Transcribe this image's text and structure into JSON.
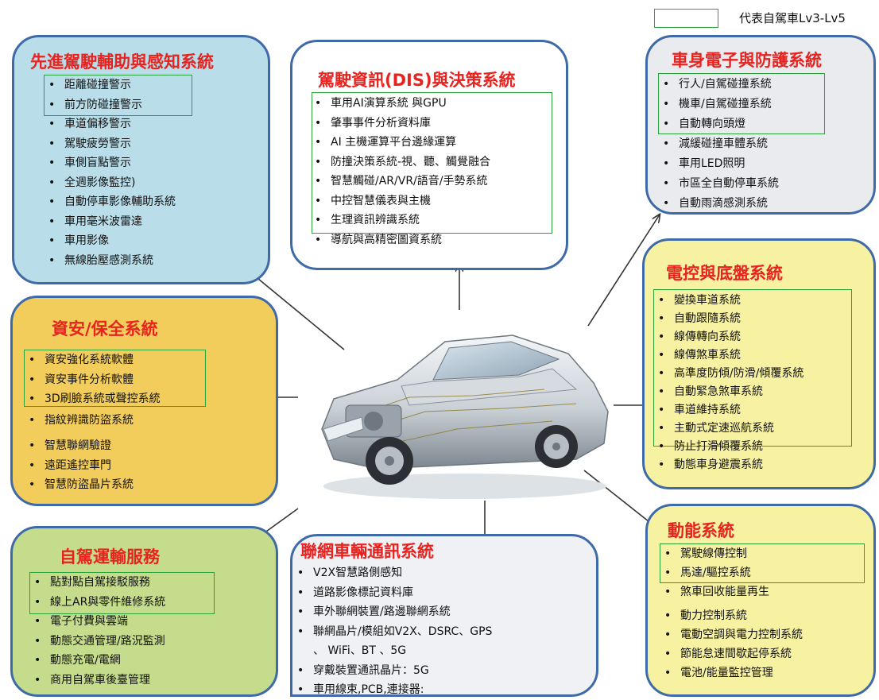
{
  "legend": {
    "label": "代表自駕車Lv3-Lv5",
    "swatch_color": "#2aa33a"
  },
  "center_image": {
    "icon": "car-icon"
  },
  "sections": {
    "adas": {
      "title": "先進駕駛輔助與感知系統",
      "bg": "#b9dde9",
      "items": [
        "距離碰撞警示",
        "前方防碰撞警示",
        "車道偏移警示",
        "駕駛疲勞警示",
        "車側盲點警示",
        "全週影像監控)",
        "自動停車影像輔助系統",
        "車用毫米波雷達",
        "車用影像",
        "無線胎壓感測系統"
      ]
    },
    "dis": {
      "title": "駕駛資訊(DIS)與決策系統",
      "bg": "#ffffff",
      "items": [
        "車用AI演算系統  與GPU",
        "肇事事件分析資料庫",
        "AI 主機運算平台邊緣運算",
        "防撞決策系統-視、聽、觸覺融合",
        "智慧觸碰/AR/VR/語音/手勢系統",
        "中控智慧儀表與主機",
        "生理資訊辨識系統",
        "導航與高精密圖資系統"
      ]
    },
    "body": {
      "title": "車身電子與防護系統",
      "bg": "#e9ebee",
      "items": [
        "行人/自駕碰撞系統",
        "機車/自駕碰撞系統",
        "自動轉向頭燈",
        "減緩碰撞車體系統",
        "車用LED照明",
        "市區全自動停車系統",
        "自動雨滴感測系統"
      ]
    },
    "security": {
      "title": "資安/保全系統",
      "bg": "#f3cd5c",
      "items": [
        "資安強化系統軟體",
        "資安事件分析軟體",
        "3D刷臉系統或聲控系統",
        "指紋辨識防盜系統",
        "智慧聯網驗證",
        "遠距遙控車門",
        "智慧防盜晶片系統"
      ]
    },
    "chassis": {
      "title": "電控與底盤系統",
      "bg": "#f7f1a2",
      "items": [
        "變換車道系統",
        "自動跟隨系統",
        "線傳轉向系統",
        "線傳煞車系統",
        "高準度防傾/防滑/傾覆系統",
        "自動緊急煞車系統",
        "車道維持系統",
        "主動式定速巡航系統",
        "防止打滑傾覆系統",
        "動態車身避震系統"
      ]
    },
    "autonomous": {
      "title": "自駕運輸服務",
      "bg": "#c5dc8c",
      "items": [
        "點對點自駕接駁服務",
        "線上AR與零件維修系統",
        "電子付費與雲端",
        "動態交通管理/路況監測",
        "動態充電/電網",
        "商用自駕車後臺管理"
      ]
    },
    "v2x": {
      "title": "聯網車輛通訊系統",
      "bg": "#f0f1f5",
      "items": [
        "V2X智慧路側感知",
        "道路影像標記資料庫",
        "車外聯網裝置/路邊聯網系統",
        "聯網晶片/模組如V2X、DSRC、GPS",
        "穿戴裝置通訊晶片：5G",
        "車用線束,PCB,連接器:"
      ],
      "item4_continuation": "、  WiFi、BT  、5G"
    },
    "power": {
      "title": "動能系統",
      "bg": "#f7f1a2",
      "items": [
        "駕駛線傳控制",
        "馬達/驅控系統",
        "煞車回收能量再生",
        "動力控制系統",
        "電動空調與電力控制系統",
        "節能怠速間歇起停系統",
        "電池/能量監控管理"
      ]
    }
  }
}
